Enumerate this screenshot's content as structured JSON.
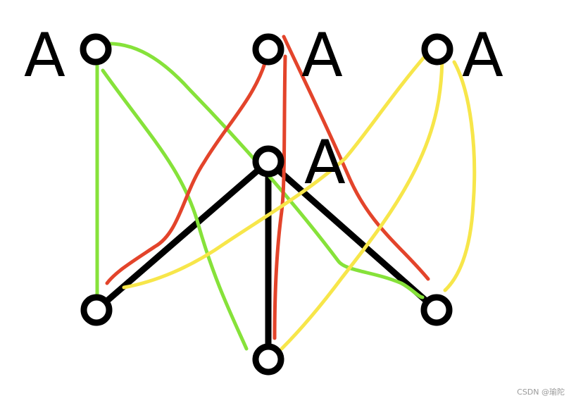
{
  "labels": {
    "a1": "A",
    "a2": "A",
    "a3": "A",
    "a4": "A"
  },
  "watermark": "CSDN @瑜陀",
  "colors": {
    "green": "#86e23a",
    "red": "#e3442b",
    "yellow": "#f7e64a",
    "black": "#000000"
  }
}
